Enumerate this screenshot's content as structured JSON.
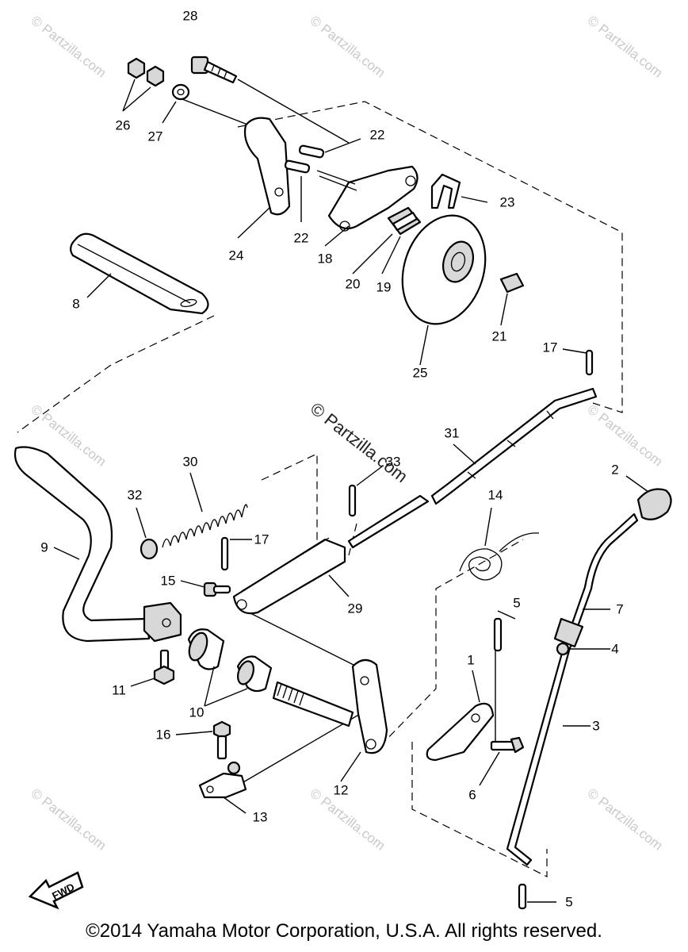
{
  "watermark": "© Partzilla.com",
  "fwd_label": "FWD",
  "copyright": "©2014  Yamaha Motor Corporation, U.S.A. All rights reserved.",
  "callouts": [
    "28",
    "26",
    "27",
    "22",
    "22",
    "23",
    "24",
    "18",
    "20",
    "19",
    "8",
    "21",
    "25",
    "17",
    "31",
    "2",
    "30",
    "33",
    "32",
    "14",
    "9",
    "17",
    "15",
    "29",
    "5",
    "7",
    "4",
    "11",
    "10",
    "1",
    "3",
    "16",
    "12",
    "6",
    "13",
    "5"
  ]
}
